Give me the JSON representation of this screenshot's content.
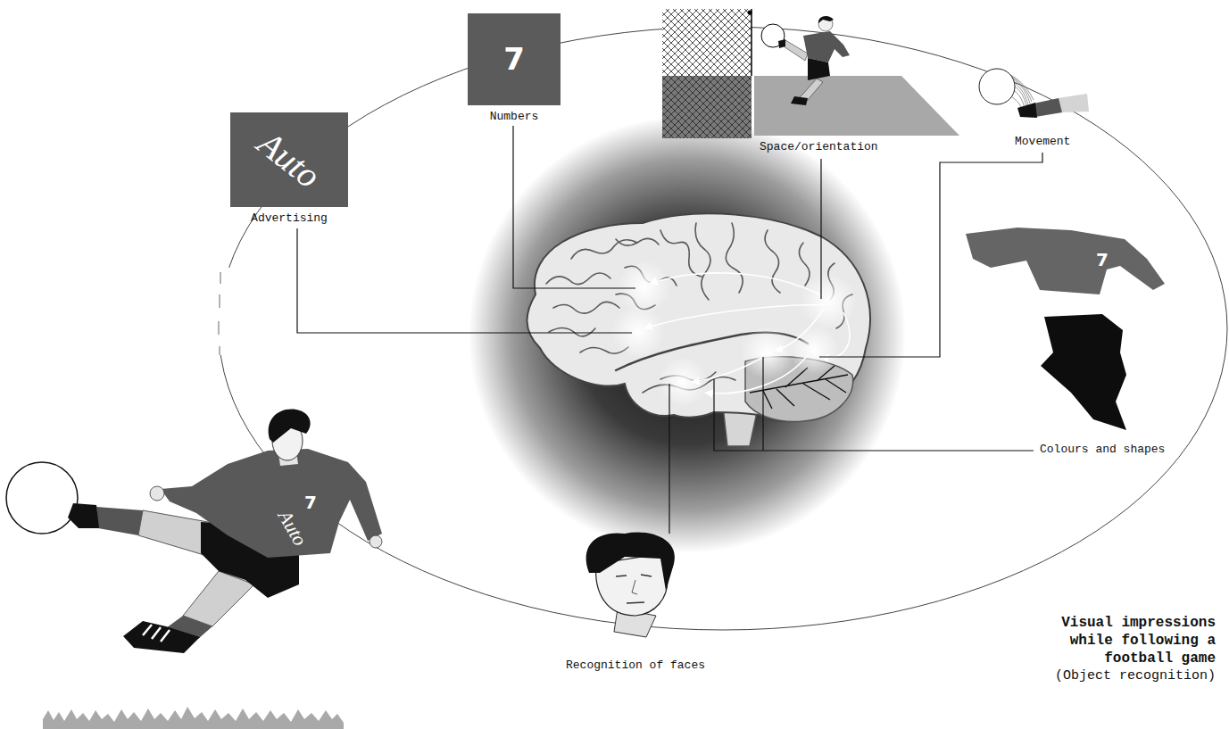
{
  "diagram": {
    "title": "Visual impressions while following a football game",
    "caption": "(Object recognition)",
    "nodes": [
      {
        "text": [
          "Auto",
          "Advertising"
        ]
      },
      {
        "text": [
          "7",
          "Numbers"
        ]
      }
    ],
    "labels": [
      "Space/orientation",
      "Movement",
      "Colours and shapes",
      "Recognition of faces",
      "7",
      "Auto",
      "7"
    ]
  }
}
